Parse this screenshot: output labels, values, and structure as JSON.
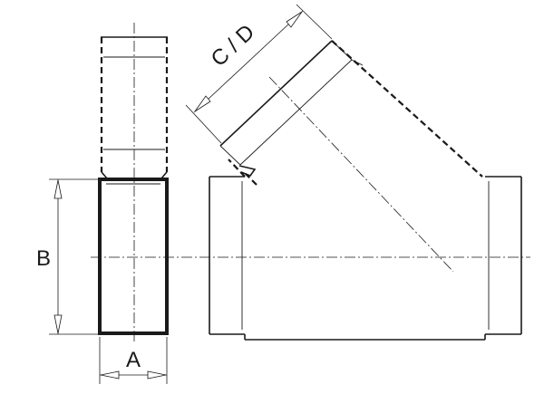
{
  "labels": {
    "a": "A",
    "b": "B",
    "cd": "C / D"
  }
}
